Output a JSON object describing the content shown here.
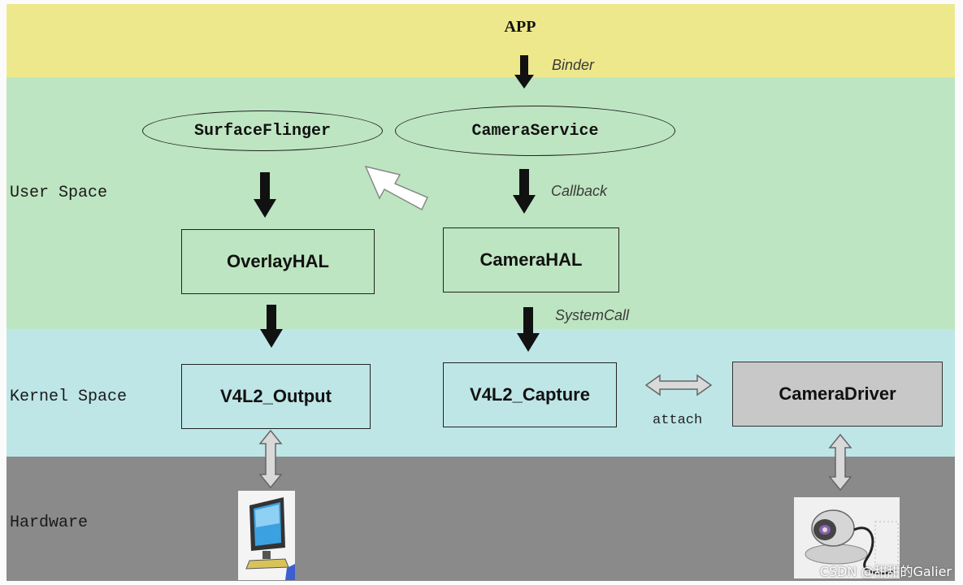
{
  "layers": {
    "app": "APP",
    "user_space": "User Space",
    "kernel_space": "Kernel Space",
    "hardware": "Hardware"
  },
  "nodes": {
    "surfaceflinger": "SurfaceFlinger",
    "cameraservice": "CameraService",
    "overlayhal": "OverlayHAL",
    "camerahal": "CameraHAL",
    "v4l2_output": "V4L2_Output",
    "v4l2_capture": "V4L2_Capture",
    "cameradriver": "CameraDriver"
  },
  "edges": {
    "binder": "Binder",
    "callback": "Callback",
    "systemcall": "SystemCall",
    "attach": "attach"
  },
  "hardware_devices": {
    "monitor": "monitor-icon",
    "webcam": "webcam-icon"
  },
  "colors": {
    "app_band": "#eee88c",
    "user_band": "#bde5c1",
    "kernel_band": "#bee6e7",
    "hardware_band": "#8a8a8a",
    "driver_box": "#c8c8c8"
  },
  "watermark": "CSDN @甜甜的Galier"
}
